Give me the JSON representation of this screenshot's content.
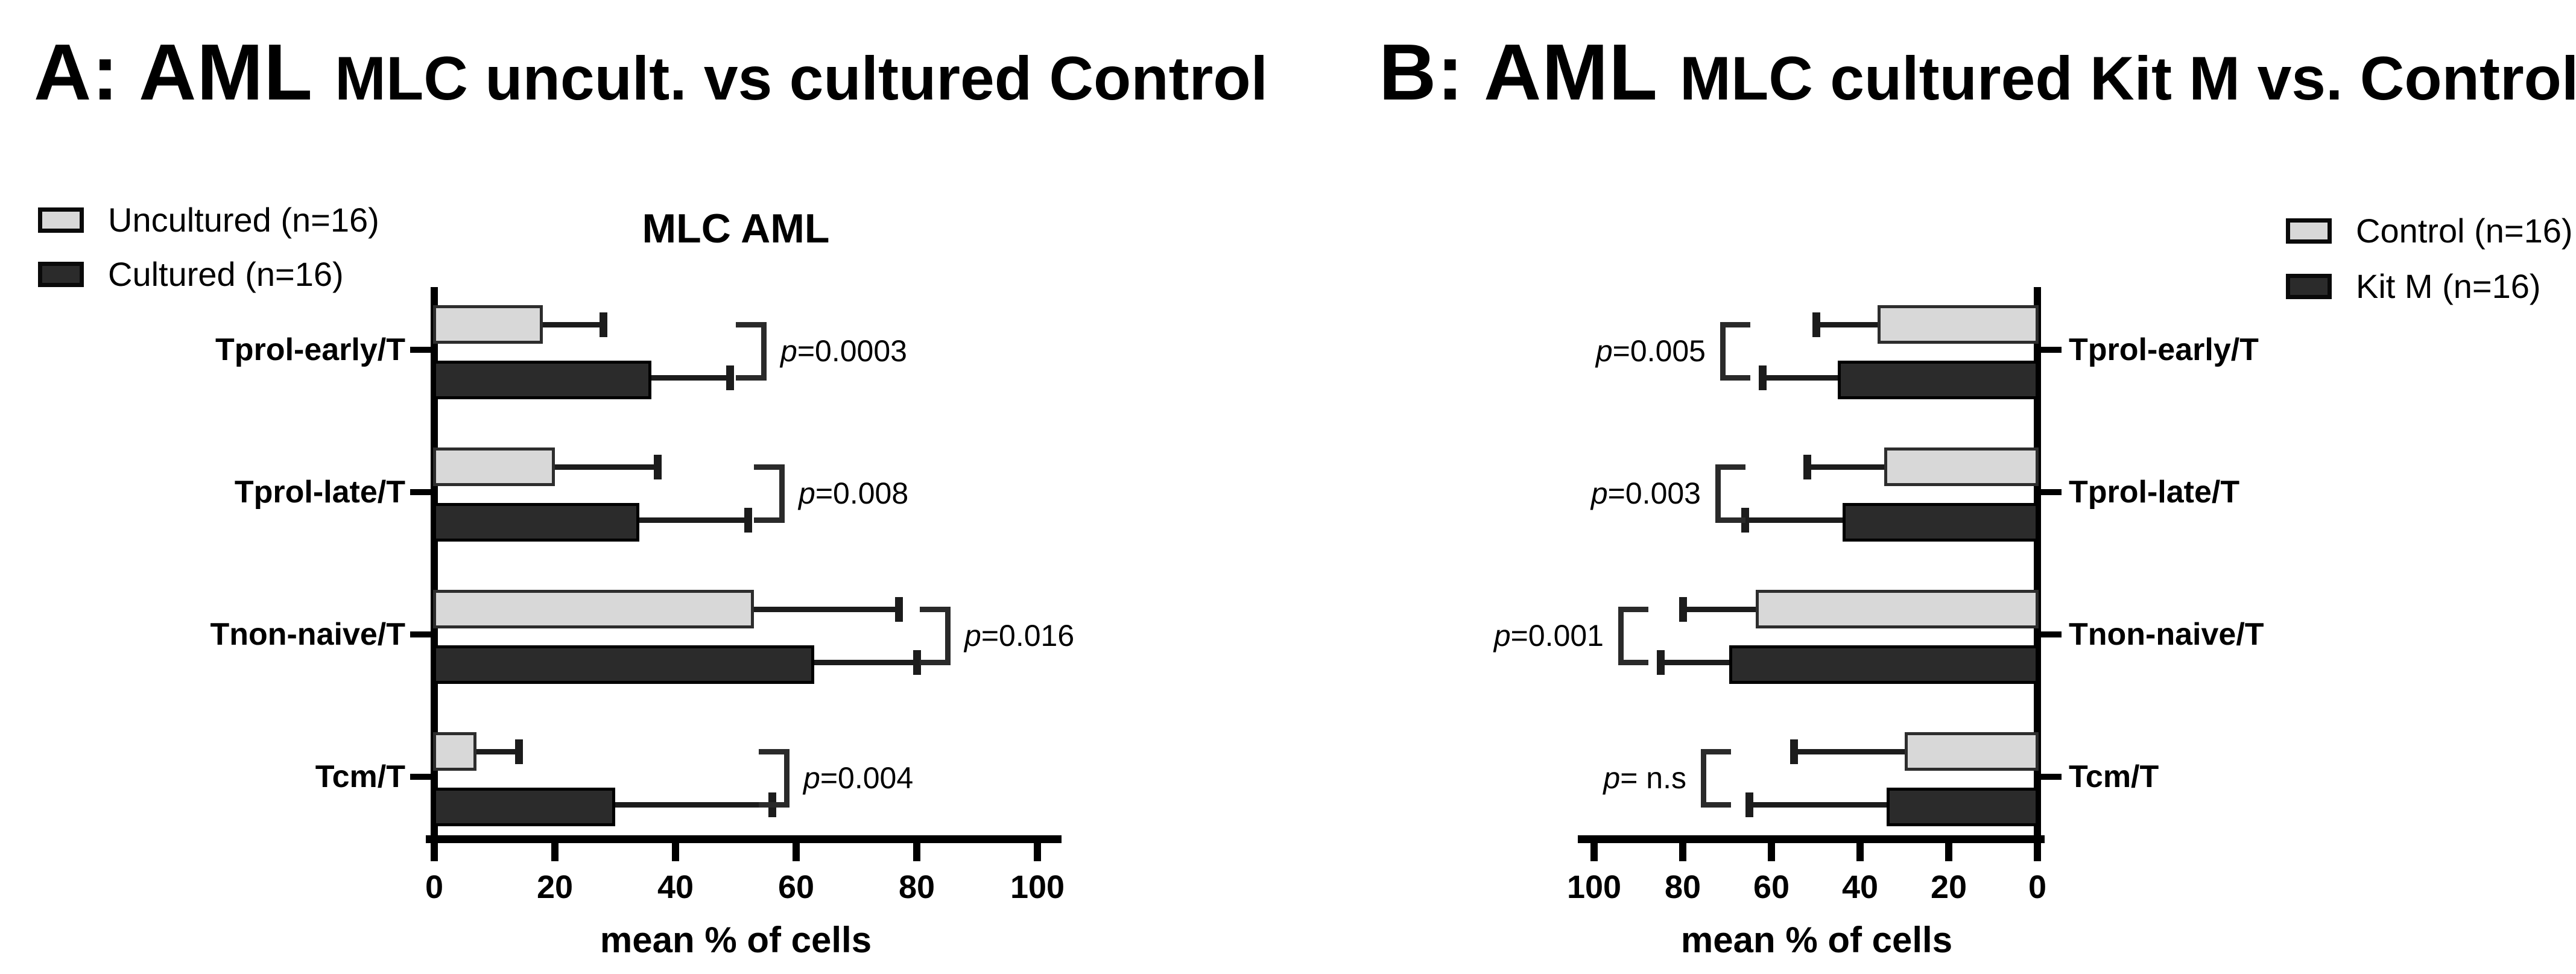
{
  "colors": {
    "bar_light": "#d8d8d8",
    "bar_dark": "#2b2b2b",
    "axis": "#000000"
  },
  "chart_data": [
    {
      "panel": "A",
      "type": "bar",
      "orientation": "horizontal",
      "axis_side": "left",
      "title_prefix": "A: AML",
      "title_rest": "MLC uncult. vs cultured Control",
      "chart_title": "MLC AML",
      "xlabel": "mean % of cells",
      "xlim": [
        0,
        100
      ],
      "x_ticks": [
        0,
        20,
        40,
        60,
        80,
        100
      ],
      "grid": false,
      "legend_position": "top-left",
      "categories": [
        "Tprol-early/T",
        "Tprol-late/T",
        "Tnon-naive/T",
        "Tcm/T"
      ],
      "legend": [
        {
          "label": "Uncultured (n=16)",
          "color": "#d8d8d8"
        },
        {
          "label": "Cultured (n=16)",
          "color": "#2b2b2b"
        }
      ],
      "series": [
        {
          "name": "Uncultured (n=16)",
          "values": [
            18,
            20,
            53,
            7
          ],
          "error_tips": [
            28,
            37,
            77,
            14
          ]
        },
        {
          "name": "Cultured (n=16)",
          "values": [
            36,
            34,
            63,
            30
          ],
          "error_tips": [
            49,
            52,
            80,
            56
          ]
        }
      ],
      "p_values": [
        "p=0.0003",
        "p=0.008",
        "p=0.016",
        "p=0.004"
      ]
    },
    {
      "panel": "B",
      "type": "bar",
      "orientation": "horizontal",
      "axis_side": "right",
      "title_prefix": "B: AML",
      "title_rest": "MLC cultured Kit M vs. Control",
      "chart_title": "",
      "xlabel": "mean % of cells",
      "xlim": [
        0,
        100
      ],
      "x_ticks": [
        100,
        80,
        60,
        40,
        20,
        0
      ],
      "grid": false,
      "legend_position": "top-right",
      "categories": [
        "Tprol-early/T",
        "Tprol-late/T",
        "Tnon-naive/T",
        "Tcm/T"
      ],
      "legend": [
        {
          "label": "Control (n=16)",
          "color": "#d8d8d8"
        },
        {
          "label": "Kit M (n=16)",
          "color": "#2b2b2b"
        }
      ],
      "series": [
        {
          "name": "Control (n=16)",
          "values": [
            36,
            34.5,
            63.5,
            30
          ],
          "error_tips": [
            50,
            52,
            80,
            55
          ]
        },
        {
          "name": "Kit M (n=16)",
          "values": [
            45,
            44,
            69.5,
            34
          ],
          "error_tips": [
            62,
            66,
            85,
            65
          ]
        }
      ],
      "p_values": [
        "p=0.005",
        "p=0.003",
        "p=0.001",
        "p= n.s"
      ]
    }
  ]
}
